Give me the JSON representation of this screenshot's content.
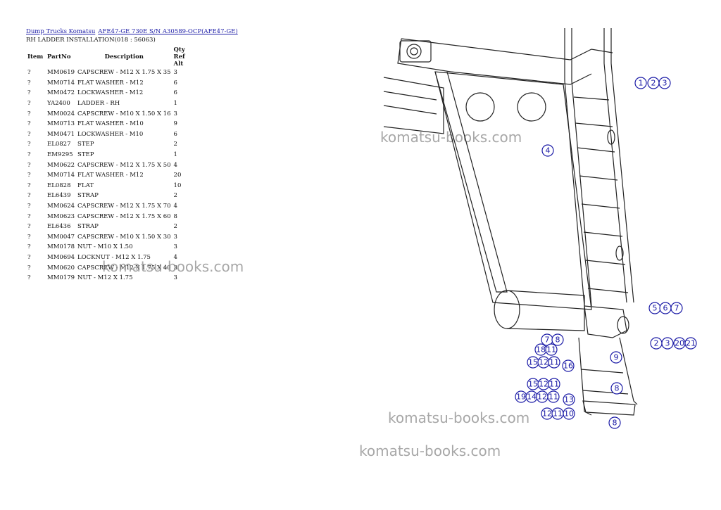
{
  "breadcrumb": {
    "link1": "Dump Trucks Komatsu",
    "link2": "AFE47-GE 730E S/N A30589-OCP(AFE47-GE)"
  },
  "page_title": "RH LADDER INSTALLATION(018 : 56063)",
  "table": {
    "headers": [
      "Item",
      "PartNo",
      "Description",
      "Qty",
      "Ref",
      "Alt"
    ],
    "rows": [
      {
        "item": "?",
        "part": "MM0619",
        "desc": "CAPSCREW - M12 X 1.75 X 35",
        "qty": "3"
      },
      {
        "item": "?",
        "part": "MM0714",
        "desc": "FLAT WASHER - M12",
        "qty": "6"
      },
      {
        "item": "?",
        "part": "MM0472",
        "desc": "LOCKWASHER - M12",
        "qty": "6"
      },
      {
        "item": "?",
        "part": "YA2400",
        "desc": "LADDER - RH",
        "qty": "1"
      },
      {
        "item": "?",
        "part": "MM0024",
        "desc": "CAPSCREW - M10 X 1.50 X 16",
        "qty": "3"
      },
      {
        "item": "?",
        "part": "MM0713",
        "desc": "FLAT WASHER - M10",
        "qty": "9"
      },
      {
        "item": "?",
        "part": "MM0471",
        "desc": "LOCKWASHER - M10",
        "qty": "6"
      },
      {
        "item": "?",
        "part": "EL0827",
        "desc": "STEP",
        "qty": "2"
      },
      {
        "item": "?",
        "part": "EM9295",
        "desc": "STEP",
        "qty": "1"
      },
      {
        "item": "?",
        "part": "MM0622",
        "desc": "CAPSCREW - M12 X 1.75 X 50",
        "qty": "4"
      },
      {
        "item": "?",
        "part": "MM0714",
        "desc": "FLAT WASHER - M12",
        "qty": "20"
      },
      {
        "item": "?",
        "part": "EL0828",
        "desc": "FLAT",
        "qty": "10"
      },
      {
        "item": "?",
        "part": "EL6439",
        "desc": "STRAP",
        "qty": "2"
      },
      {
        "item": "?",
        "part": "MM0624",
        "desc": "CAPSCREW - M12 X 1.75 X 70",
        "qty": "4"
      },
      {
        "item": "?",
        "part": "MM0623",
        "desc": "CAPSCREW - M12 X 1.75 X 60",
        "qty": "8"
      },
      {
        "item": "?",
        "part": "EL6436",
        "desc": "STRAP",
        "qty": "2"
      },
      {
        "item": "?",
        "part": "MM0047",
        "desc": "CAPSCREW - M10 X 1.50 X 30",
        "qty": "3"
      },
      {
        "item": "?",
        "part": "MM0178",
        "desc": "NUT - M10 X 1.50",
        "qty": "3"
      },
      {
        "item": "?",
        "part": "MM0694",
        "desc": "LOCKNUT - M12 X 1.75",
        "qty": "4"
      },
      {
        "item": "?",
        "part": "MM0620",
        "desc": "CAPSCREW - M12 X 1.75 X 40",
        "qty": "3"
      },
      {
        "item": "?",
        "part": "MM0179",
        "desc": "NUT - M12 X 1.75",
        "qty": "3"
      }
    ]
  },
  "watermarks": [
    "komatsu-books.com",
    "komatsu-books.com",
    "komatsu-books.com",
    "komatsu-books.com"
  ],
  "callouts": [
    "1",
    "2",
    "3",
    "4",
    "5",
    "6",
    "7",
    "2",
    "3",
    "20",
    "21",
    "7",
    "8",
    "18",
    "11",
    "15",
    "12",
    "11",
    "16",
    "9",
    "15",
    "12",
    "11",
    "19",
    "14",
    "12",
    "11",
    "8",
    "13",
    "12",
    "11",
    "10",
    "8"
  ]
}
